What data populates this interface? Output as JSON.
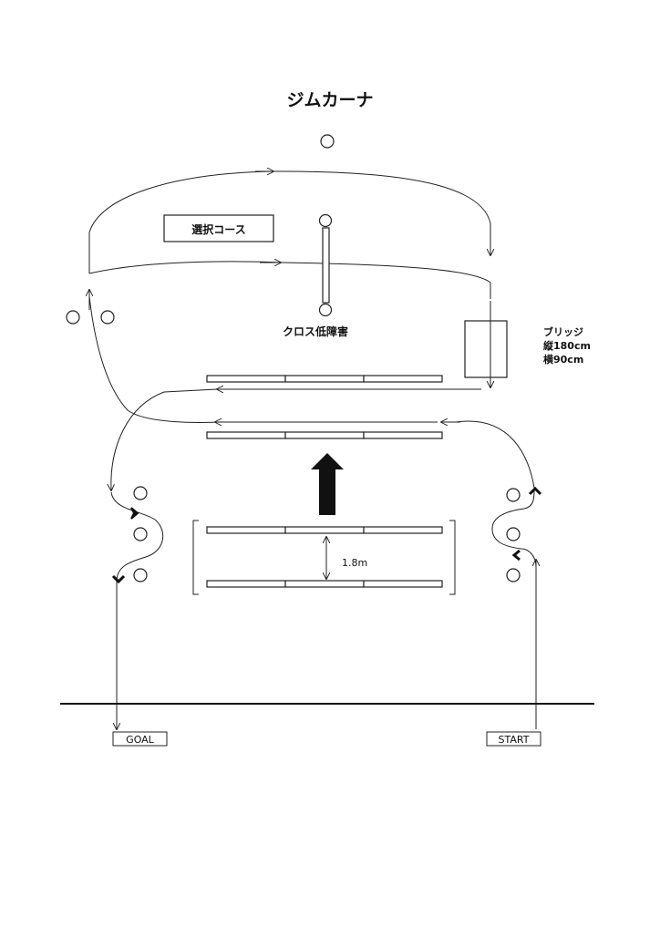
{
  "title": "ジムカーナ",
  "selection_course_label": "選択コース",
  "cross_low_obstacle_label": "クロス低障害",
  "bridge": {
    "label": "ブリッジ",
    "length": "縦180cm",
    "width": "横90cm"
  },
  "gap_label": "1.8m",
  "goal_label": "GOAL",
  "start_label": "START"
}
